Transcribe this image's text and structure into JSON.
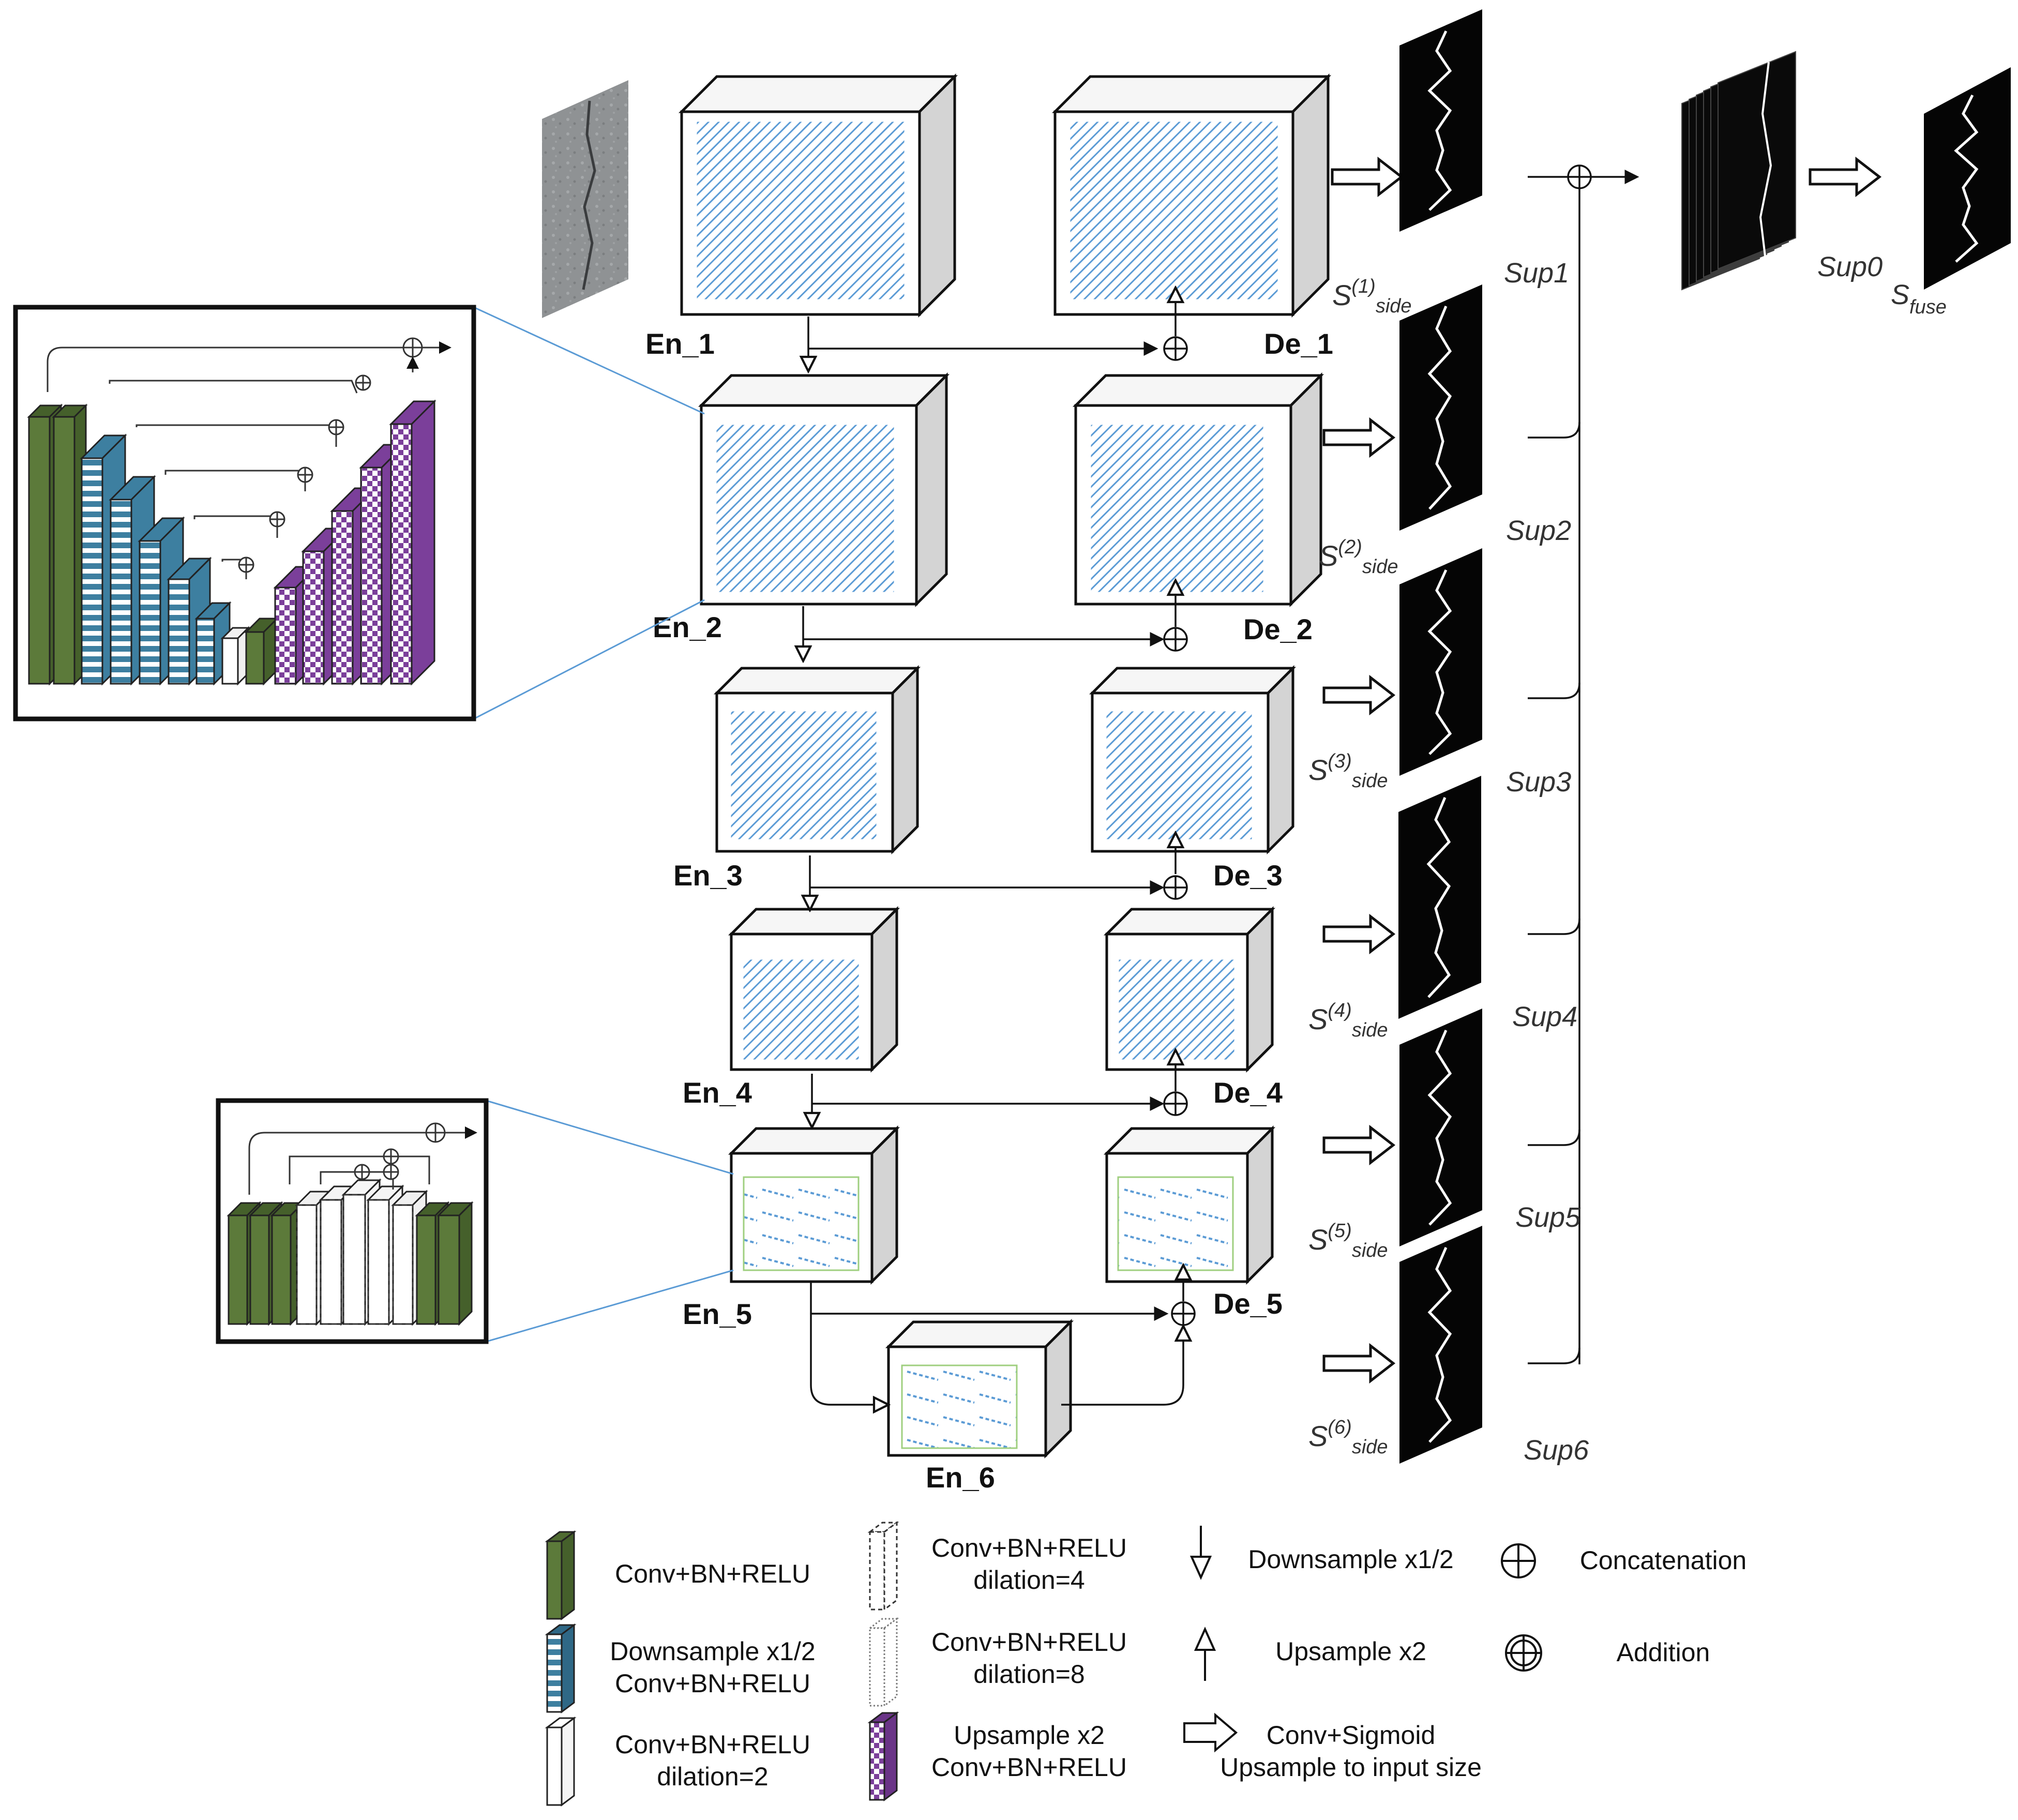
{
  "encoder_labels": [
    "En_1",
    "En_2",
    "En_3",
    "En_4",
    "En_5",
    "En_6"
  ],
  "decoder_labels": [
    "De_1",
    "De_2",
    "De_3",
    "De_4",
    "De_5"
  ],
  "side_outputs": {
    "s_letter": "S",
    "sup_sub": "side",
    "indices": [
      "(1)",
      "(2)",
      "(3)",
      "(4)",
      "(5)",
      "(6)"
    ]
  },
  "supervision_labels": [
    "Sup1",
    "Sup2",
    "Sup3",
    "Sup4",
    "Sup5",
    "Sup6"
  ],
  "fuse": {
    "sup0": "Sup0",
    "s_letter": "S",
    "sub": "fuse"
  },
  "legend": {
    "conv": "Conv+BN+RELU",
    "down_l1": "Downsample x1/2",
    "down_l2": "Conv+BN+RELU",
    "dil2_l1": "Conv+BN+RELU",
    "dil2_l2": "dilation=2",
    "dil4_l1": "Conv+BN+RELU",
    "dil4_l2": "dilation=4",
    "dil8_l1": "Conv+BN+RELU",
    "dil8_l2": "dilation=8",
    "up_l1": "Upsample x2",
    "up_l2": "Conv+BN+RELU",
    "arrow_down": "Downsample x1/2",
    "arrow_up": "Upsample x2",
    "sig_l1": "Conv+Sigmoid",
    "sig_l2": "Upsample to input size",
    "concat": "Concatenation",
    "addition": "Addition"
  },
  "colors": {
    "green": "#5c7a3a",
    "teal": "#3d7fa0",
    "purple": "#7b3f9a",
    "hatch": "#5b9bd5",
    "hatch_green": "#9fcf7f"
  }
}
